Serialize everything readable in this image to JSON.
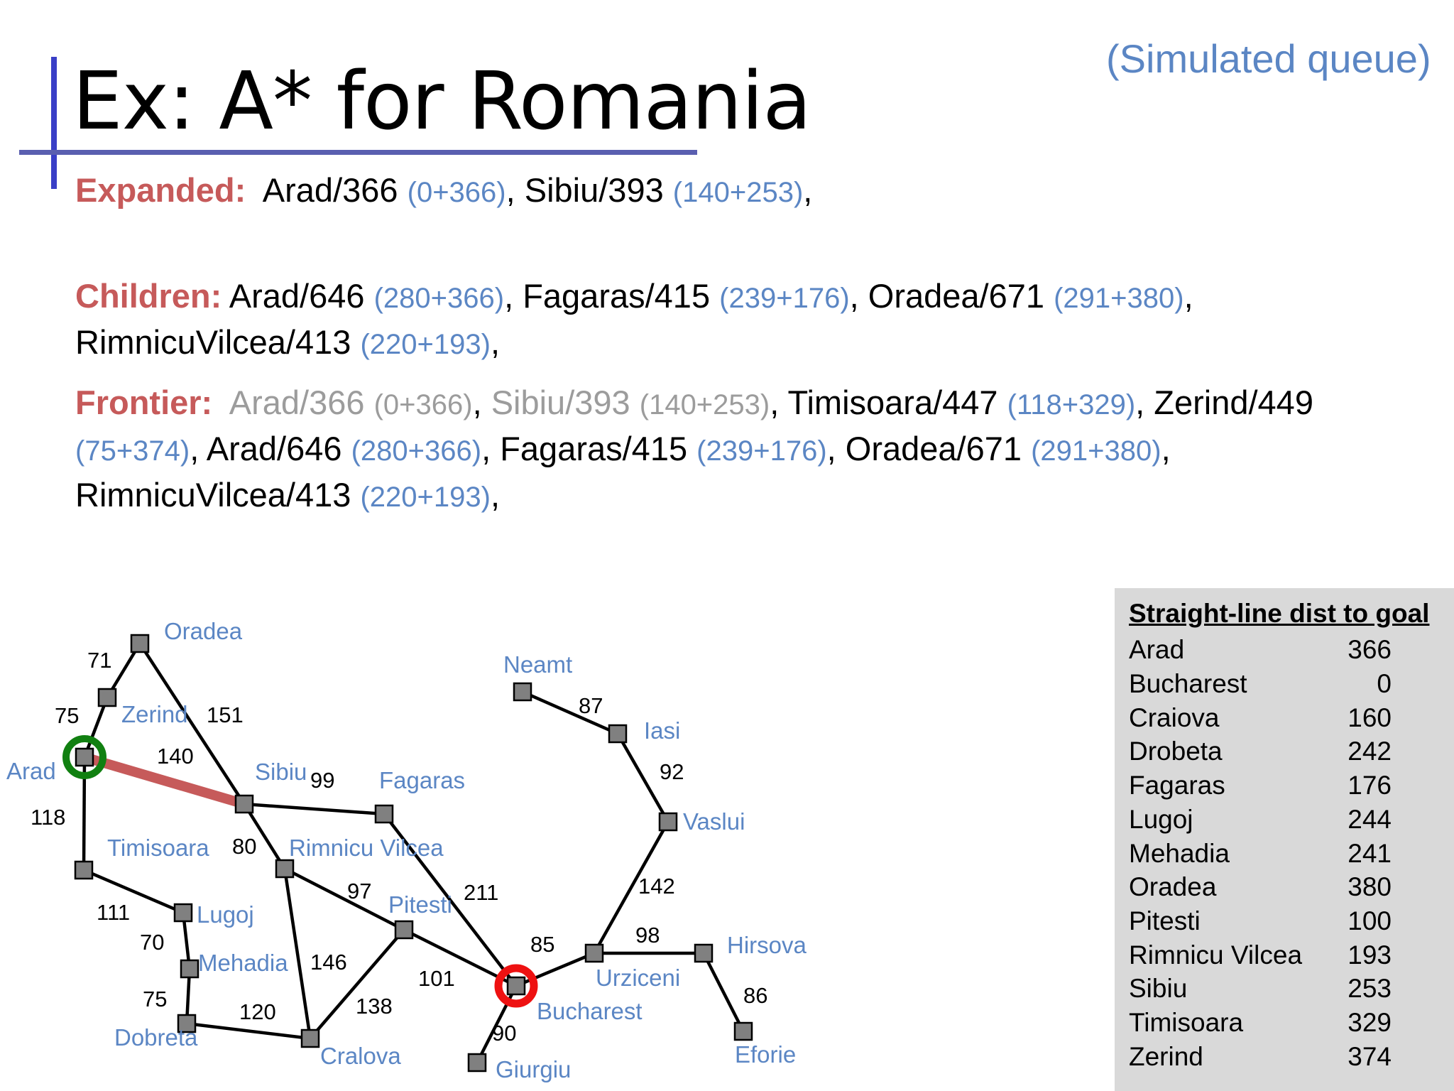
{
  "slide": {
    "title": "Ex: A* for Romania",
    "note": "(Simulated queue)"
  },
  "expanded": {
    "label": "Expanded:",
    "items": [
      {
        "text": "Arad/366",
        "calc": "(0+366)",
        "sep": ","
      },
      {
        "text": "Sibiu/393",
        "calc": "(140+253)",
        "sep": ","
      }
    ]
  },
  "children": {
    "label": "Children:",
    "items": [
      {
        "text": "Arad/646",
        "calc": "(280+366)",
        "sep": ","
      },
      {
        "text": "Fagaras/415",
        "calc": "(239+176)",
        "sep": ","
      },
      {
        "text": "Oradea/671",
        "calc": "(291+380)",
        "sep": ","
      },
      {
        "text": "RimnicuVilcea/413",
        "calc": "(220+193)",
        "sep": ","
      }
    ]
  },
  "frontier": {
    "label": "Frontier:",
    "items": [
      {
        "text": "Arad/366",
        "calc": "(0+366)",
        "sep": ",",
        "removed": true
      },
      {
        "text": "Sibiu/393",
        "calc": "(140+253)",
        "sep": ",",
        "removed": true
      },
      {
        "text": "Timisoara/447",
        "calc": "(118+329)",
        "sep": ","
      },
      {
        "text": "Zerind/449",
        "calc": "(75+374)",
        "sep": ","
      },
      {
        "text": "Arad/646",
        "calc": "(280+366)",
        "sep": ","
      },
      {
        "text": "Fagaras/415",
        "calc": "(239+176)",
        "sep": ","
      },
      {
        "text": "Oradea/671",
        "calc": "(291+380)",
        "sep": ","
      },
      {
        "text": "RimnicuVilcea/413",
        "calc": "(220+193)",
        "sep": ","
      }
    ]
  },
  "map": {
    "colors": {
      "city_label": "#5b86c4",
      "highlight_edge": "#c65a5a",
      "start_ring": "#118011",
      "goal_ring": "#ee1111",
      "node": "#808080"
    },
    "cities": {
      "oradea": "Oradea",
      "zerind": "Zerind",
      "arad": "Arad",
      "sibiu": "Sibiu",
      "fagaras": "Fagaras",
      "timisoara": "Timisoara",
      "rimnicu": "Rimnicu Vilcea",
      "lugoj": "Lugoj",
      "mehadia": "Mehadia",
      "dobreta": "Dobreta",
      "craiova": "Cralova",
      "pitesti": "Pitesti",
      "bucharest": "Bucharest",
      "giurgiu": "Giurgiu",
      "urziceni": "Urziceni",
      "hirsova": "Hirsova",
      "eforie": "Eforie",
      "vaslui": "Vaslui",
      "iasi": "Iasi",
      "neamt": "Neamt"
    },
    "distances": {
      "oradea_zerind": "71",
      "zerind_arad": "75",
      "arad_sibiu": "140",
      "oradea_sibiu": "151",
      "arad_timisoara": "118",
      "sibiu_fagaras": "99",
      "sibiu_rimnicu": "80",
      "timisoara_lugoj": "111",
      "lugoj_mehadia": "70",
      "mehadia_dobreta": "75",
      "dobreta_craiova": "120",
      "rimnicu_craiova": "146",
      "rimnicu_pitesti": "97",
      "craiova_pitesti": "138",
      "fagaras_bucharest": "211",
      "pitesti_bucharest": "101",
      "bucharest_urziceni": "85",
      "bucharest_giurgiu": "90",
      "urziceni_hirsova": "98",
      "hirsova_eforie": "86",
      "urziceni_vaslui": "142",
      "vaslui_iasi": "92",
      "iasi_neamt": "87"
    },
    "start_city": "Arad",
    "goal_city": "Bucharest",
    "highlighted_edge": "Arad-Sibiu"
  },
  "sld_table": {
    "title": "Straight-line dist to goal",
    "rows": [
      {
        "city": "Arad",
        "value": "366"
      },
      {
        "city": "Bucharest",
        "value": "0"
      },
      {
        "city": "Craiova",
        "value": "160"
      },
      {
        "city": "Drobeta",
        "value": "242"
      },
      {
        "city": "Fagaras",
        "value": "176"
      },
      {
        "city": "Lugoj",
        "value": "244"
      },
      {
        "city": "Mehadia",
        "value": "241"
      },
      {
        "city": "Oradea",
        "value": "380"
      },
      {
        "city": "Pitesti",
        "value": "100"
      },
      {
        "city": "Rimnicu Vilcea",
        "value": "193"
      },
      {
        "city": "Sibiu",
        "value": "253"
      },
      {
        "city": "Timisoara",
        "value": "329"
      },
      {
        "city": "Zerind",
        "value": "374"
      }
    ]
  }
}
